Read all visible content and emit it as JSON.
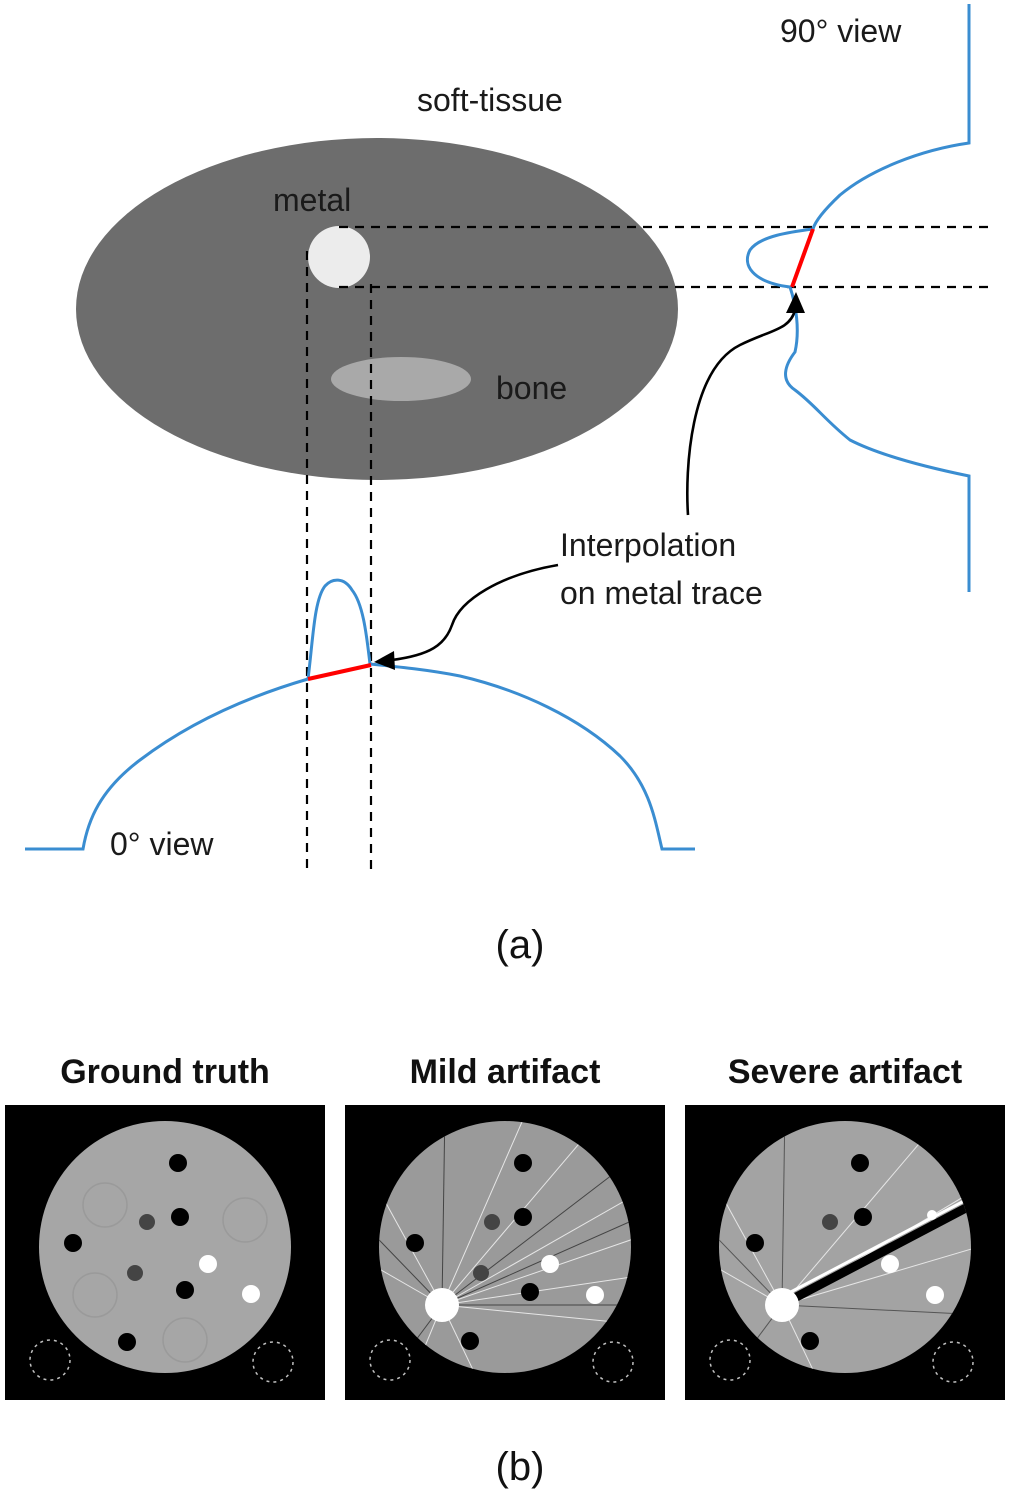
{
  "panel_a": {
    "labels": {
      "soft_tissue": "soft-tissue",
      "metal": "metal",
      "bone": "bone",
      "view_90": "90° view",
      "view_0": "0° view",
      "interp_line1": "Interpolation",
      "interp_line2": "on metal trace"
    },
    "caption": "(a)",
    "colors": {
      "soft_tissue": "#6d6d6d",
      "metal": "#ececec",
      "bone": "#a9a9a9",
      "projection": "#3a8dd1",
      "interpolation": "#ff0000"
    }
  },
  "panel_b": {
    "titles": [
      "Ground truth",
      "Mild artifact",
      "Severe artifact"
    ],
    "caption": "(b)"
  }
}
